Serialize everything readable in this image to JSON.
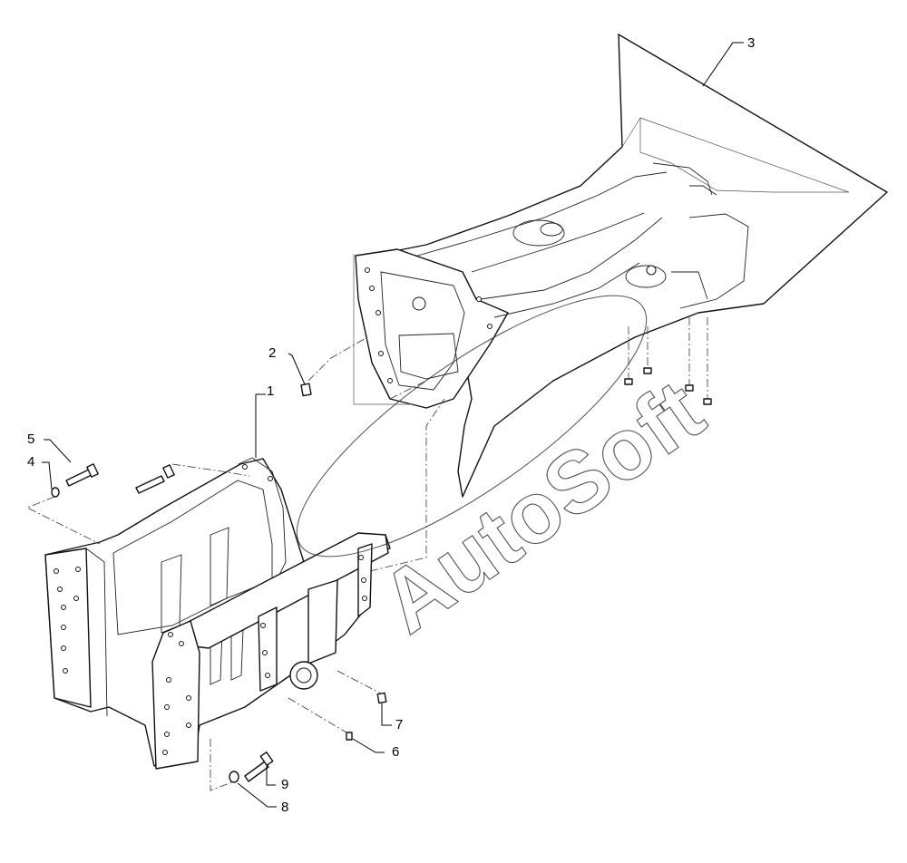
{
  "diagram": {
    "type": "exploded-parts-view",
    "callouts": [
      {
        "id": "1",
        "label": "1"
      },
      {
        "id": "2",
        "label": "2"
      },
      {
        "id": "3",
        "label": "3"
      },
      {
        "id": "4",
        "label": "4"
      },
      {
        "id": "5",
        "label": "5"
      },
      {
        "id": "6",
        "label": "6"
      },
      {
        "id": "7",
        "label": "7"
      },
      {
        "id": "8",
        "label": "8"
      },
      {
        "id": "9",
        "label": "9"
      }
    ]
  },
  "watermark": {
    "text": "AutoSoft"
  },
  "colors": {
    "line": "#111111",
    "background": "#ffffff"
  }
}
